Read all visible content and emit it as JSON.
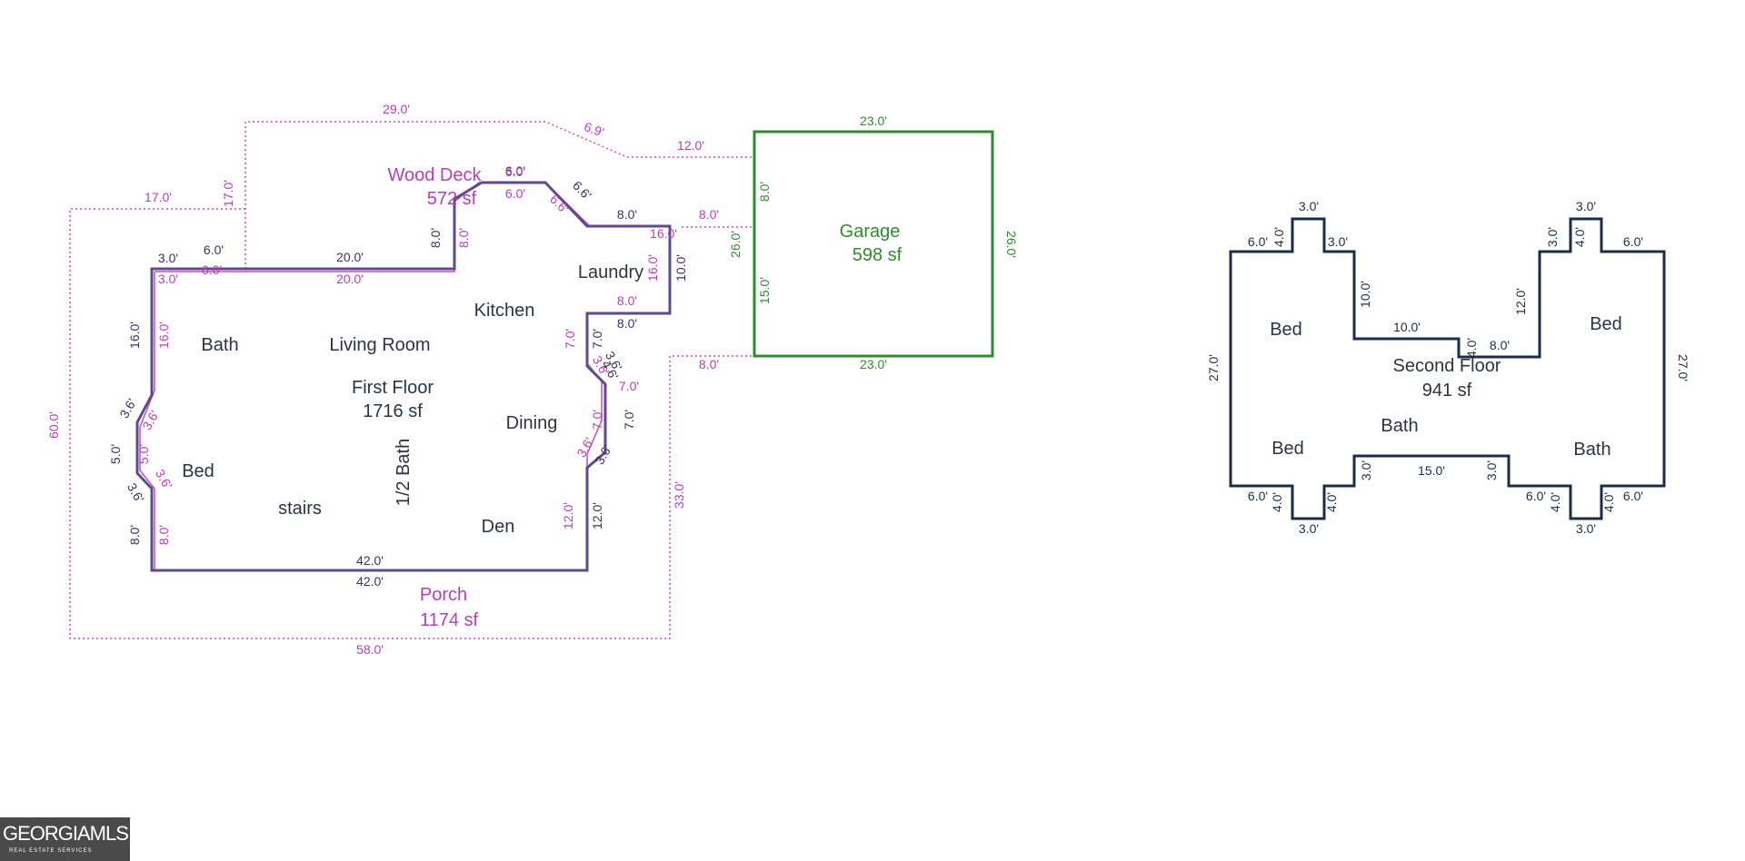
{
  "floor1": {
    "area_label": "First Floor",
    "area_value": "1716 sf",
    "rooms": [
      "Bath",
      "Living Room",
      "Kitchen",
      "Laundry",
      "Dining",
      "Bed",
      "stairs",
      "1/2 Bath",
      "Den"
    ],
    "dims": [
      "6.0'",
      "3.0'",
      "6.0'",
      "3.0'",
      "20.0'",
      "20.0'",
      "8.0'",
      "8.0'",
      "6.0'",
      "6.0'",
      "6.6'",
      "6.6'",
      "8.0'",
      "16.0'",
      "16.0'",
      "10.0'",
      "8.0'",
      "8.0'",
      "7.0'",
      "7.0'",
      "3.6'",
      "3.6'",
      "4.6'",
      "7.0'",
      "7.0'",
      "7.0'",
      "3.6'",
      "3.6'",
      "12.0'",
      "12.0'",
      "42.0'",
      "42.0'",
      "16.0'",
      "16.0'",
      "3.6'",
      "3.6'",
      "5.0'",
      "5.0'",
      "3.6'",
      "3.6'",
      "8.0'",
      "8.0'"
    ]
  },
  "deck": {
    "name": "Wood Deck",
    "area": "572 sf",
    "dims": [
      "29.0'",
      "6.9'",
      "12.0'",
      "17.0'",
      "17.0'",
      "6.0'",
      "8.0'"
    ]
  },
  "porch": {
    "name": "Porch",
    "area": "1174 sf",
    "dims": [
      "58.0'",
      "60.0'",
      "33.0'",
      "8.0'"
    ]
  },
  "garage": {
    "name": "Garage",
    "area": "598 sf",
    "dims": [
      "23.0'",
      "23.0'",
      "26.0'",
      "26.0'",
      "8.0'",
      "15.0'"
    ]
  },
  "floor2": {
    "area_label": "Second Floor",
    "area_value": "941 sf",
    "rooms": [
      "Bed",
      "Bed",
      "Bed",
      "Bath",
      "Bath"
    ],
    "dims": [
      "3.0'",
      "6.0'",
      "4.0'",
      "3.0'",
      "10.0'",
      "10.0'",
      "4.0'",
      "8.0'",
      "12.0'",
      "3.0'",
      "4.0'",
      "3.0'",
      "6.0'",
      "27.0'",
      "27.0'",
      "15.0'",
      "3.0'",
      "3.0'",
      "6.0'",
      "4.0'",
      "3.0'",
      "4.0'",
      "6.0'",
      "4.0'",
      "3.0'",
      "4.0'",
      "6.0'"
    ]
  },
  "logo": {
    "main": "GEORGIAMLS",
    "sub": "REAL ESTATE SERVICES"
  },
  "colors": {
    "first_floor": "#5e4a8c",
    "deck_porch": "#c24fc2",
    "garage": "#2e8b2e",
    "second_floor": "#1c2d4a"
  }
}
